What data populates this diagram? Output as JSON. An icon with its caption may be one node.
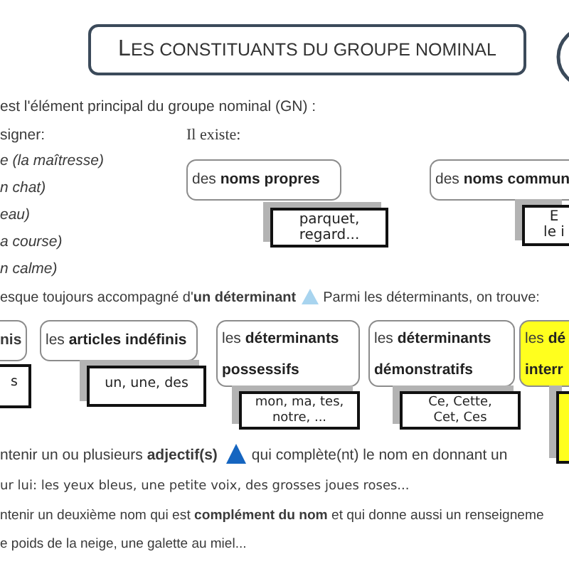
{
  "diagram": {
    "title": "LES CONSTITUANTS DU GROUPE NOMINAL",
    "nodes": [
      {
        "text": [],
        "shape": "circle"
      },
      {
        "text": [
          "des **noms propres**"
        ]
      },
      {
        "text": [
          "des **noms commun**"
        ]
      },
      {
        "text": [
          "parquet, regard..."
        ]
      },
      {
        "text": [
          "E le i"
        ]
      },
      {
        "text": [
          "nis"
        ]
      },
      {
        "text": [
          "les **articles indéfinis**"
        ]
      },
      {
        "text": [
          "les **déterminants possessifs**"
        ]
      },
      {
        "text": [
          "les **déterminants démonstratifs**"
        ]
      },
      {
        "text": [
          "les **dé interr**"
        ]
      },
      {
        "text": [
          "s"
        ]
      },
      {
        "text": [
          "un, une, des"
        ]
      },
      {
        "text": [
          "mon, ma, tes, notre, ..."
        ]
      },
      {
        "text": [
          "Ce, Cette, Cet, Ces"
        ]
      },
      {
        "text": [],
        "shape": "box"
      }
    ],
    "labels": [
      "est l'élément principal du groupe nominal (GN) :",
      "signer:",
      "Il existe:",
      "e (la maîtresse)",
      "n chat)",
      "eau)",
      "a course)",
      "n calme)",
      "esque toujours accompagné d'**un déterminant**",
      "Parmi les déterminants, on trouve:",
      "ntenir un ou plusieurs **adjectif(s)**",
      "qui complète(nt) le nom en donnant un",
      "ur lui: les yeux bleus, une petite voix, des grosses joues roses...",
      "ntenir un deuxième nom qui est **complément du nom** et qui donne aussi un renseigneme",
      "e poids de la neige, une galette au miel..."
    ]
  }
}
